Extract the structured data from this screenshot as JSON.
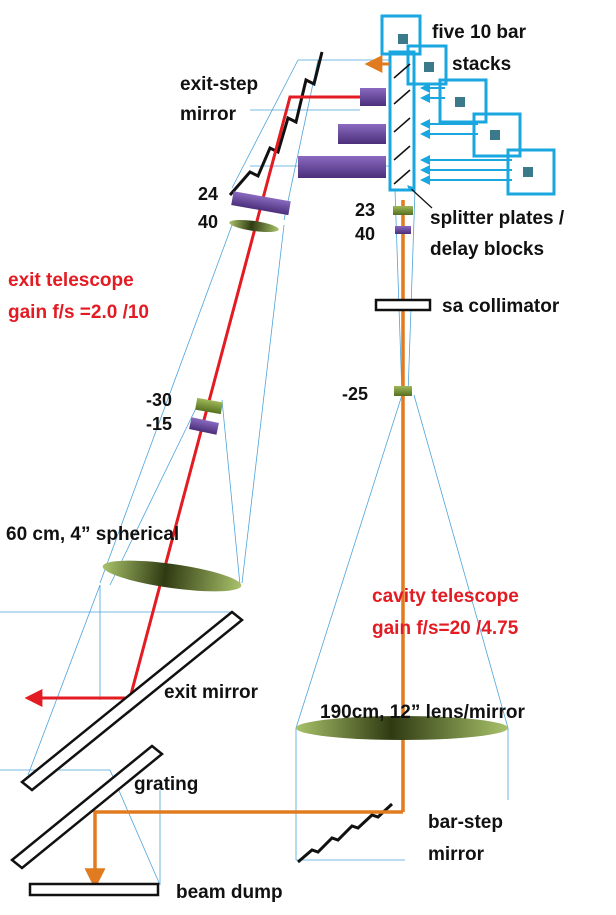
{
  "labels": {
    "stacks_line1": "five  10 bar",
    "stacks_line2": "stacks",
    "exit_step_line1": "exit-step",
    "exit_step_line2": "mirror",
    "splitter_line1": "splitter plates /",
    "splitter_line2": "delay blocks",
    "sa_collimator": "sa collimator",
    "exit_telescope_line1": "exit telescope",
    "exit_telescope_line2": "gain f/s =2.0 /10",
    "spherical": "60 cm, 4” spherical",
    "cavity_telescope_line1": "cavity telescope",
    "cavity_telescope_line2": "gain f/s=20 /4.75",
    "big_lens": "190cm, 12” lens/mirror",
    "exit_mirror": "exit mirror",
    "grating": "grating",
    "bar_step_line1": "bar-step",
    "bar_step_line2": "mirror",
    "beam_dump": "beam dump"
  },
  "numbers": {
    "left_upper_a": "24",
    "left_upper_b": "40",
    "right_upper_a": "23",
    "right_upper_b": "40",
    "left_lower_a": "-30",
    "left_lower_b": "-15",
    "right_lower": "-25"
  },
  "colors": {
    "red_beam": "#e31b23",
    "orange_beam": "#e07b20",
    "guide": "#3b9ad6",
    "stack_box": "#1aa7e0",
    "lens_green": "#6f8a2e",
    "delay_purple": "#6a4a9a",
    "red_text": "#e31b23"
  }
}
